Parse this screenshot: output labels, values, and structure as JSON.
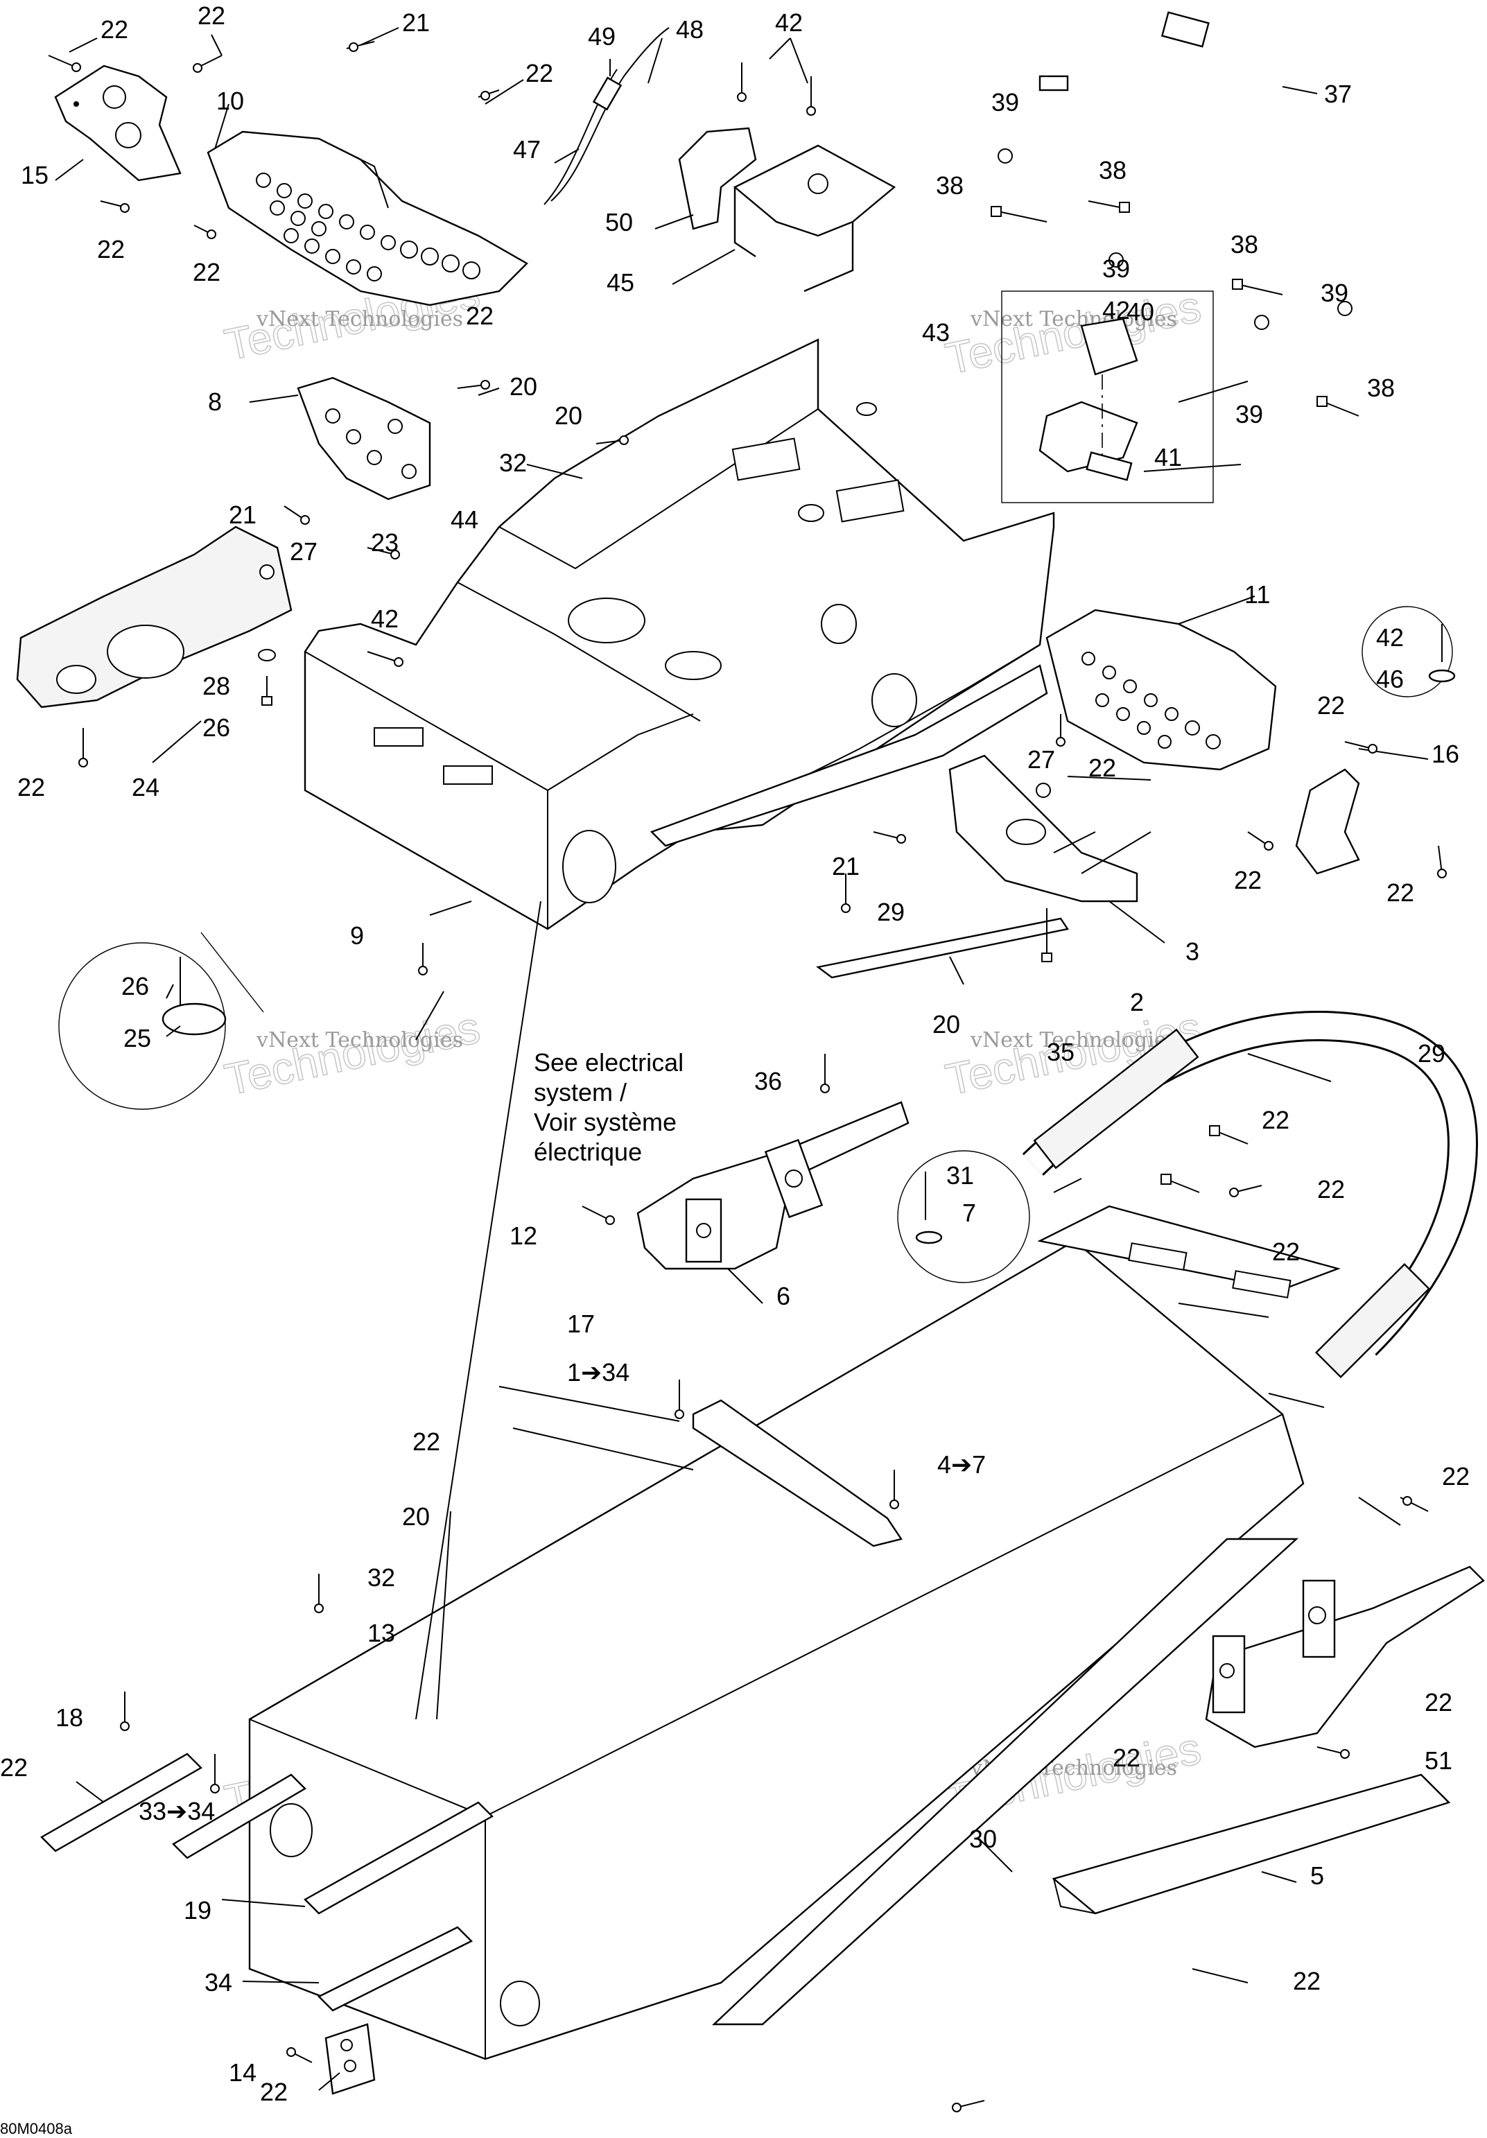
{
  "figure_code": "80M0408a",
  "watermark": {
    "small": "vNext Technologies",
    "large": "Technologies"
  },
  "note": {
    "line1": "See electrical",
    "line2": "system /",
    "line3": "Voir système",
    "line4": "électrique"
  },
  "labels": [
    {
      "id": "l01",
      "text": "22"
    },
    {
      "id": "l02",
      "text": "22"
    },
    {
      "id": "l03",
      "text": "21"
    },
    {
      "id": "l04",
      "text": "49"
    },
    {
      "id": "l05",
      "text": "48"
    },
    {
      "id": "l06",
      "text": "42"
    },
    {
      "id": "l07",
      "text": "37"
    },
    {
      "id": "l08",
      "text": "10"
    },
    {
      "id": "l09",
      "text": "22"
    },
    {
      "id": "l10",
      "text": "47"
    },
    {
      "id": "l11",
      "text": "15"
    },
    {
      "id": "l12",
      "text": "39"
    },
    {
      "id": "l13",
      "text": "38"
    },
    {
      "id": "l14",
      "text": "38"
    },
    {
      "id": "l15",
      "text": "22"
    },
    {
      "id": "l16",
      "text": "22"
    },
    {
      "id": "l17",
      "text": "50"
    },
    {
      "id": "l18",
      "text": "45"
    },
    {
      "id": "l19",
      "text": "39"
    },
    {
      "id": "l20",
      "text": "38"
    },
    {
      "id": "l21",
      "text": "39"
    },
    {
      "id": "l22",
      "text": "22"
    },
    {
      "id": "l23",
      "text": "42"
    },
    {
      "id": "l24",
      "text": "40"
    },
    {
      "id": "l25",
      "text": "43"
    },
    {
      "id": "l26",
      "text": "39"
    },
    {
      "id": "l27",
      "text": "38"
    },
    {
      "id": "l28",
      "text": "20"
    },
    {
      "id": "l29",
      "text": "8"
    },
    {
      "id": "l30",
      "text": "20"
    },
    {
      "id": "l31",
      "text": "41"
    },
    {
      "id": "l32",
      "text": "32"
    },
    {
      "id": "l33",
      "text": "21"
    },
    {
      "id": "l34",
      "text": "44"
    },
    {
      "id": "l35",
      "text": "23"
    },
    {
      "id": "l36",
      "text": "27"
    },
    {
      "id": "l37",
      "text": "11"
    },
    {
      "id": "l38",
      "text": "42"
    },
    {
      "id": "l39",
      "text": "42"
    },
    {
      "id": "l40",
      "text": "46"
    },
    {
      "id": "l41",
      "text": "28"
    },
    {
      "id": "l42",
      "text": "26"
    },
    {
      "id": "l43",
      "text": "22"
    },
    {
      "id": "l44",
      "text": "16"
    },
    {
      "id": "l45",
      "text": "27"
    },
    {
      "id": "l46",
      "text": "22"
    },
    {
      "id": "l47",
      "text": "22"
    },
    {
      "id": "l48",
      "text": "24"
    },
    {
      "id": "l49",
      "text": "21"
    },
    {
      "id": "l50",
      "text": "22"
    },
    {
      "id": "l51",
      "text": "22"
    },
    {
      "id": "l52",
      "text": "29"
    },
    {
      "id": "l53",
      "text": "9"
    },
    {
      "id": "l54",
      "text": "3"
    },
    {
      "id": "l55",
      "text": "26"
    },
    {
      "id": "l56",
      "text": "2"
    },
    {
      "id": "l57",
      "text": "25"
    },
    {
      "id": "l58",
      "text": "20"
    },
    {
      "id": "l59",
      "text": "35"
    },
    {
      "id": "l60",
      "text": "29"
    },
    {
      "id": "l61",
      "text": "36"
    },
    {
      "id": "l62",
      "text": "22"
    },
    {
      "id": "l63",
      "text": "31"
    },
    {
      "id": "l64",
      "text": "7"
    },
    {
      "id": "l65",
      "text": "22"
    },
    {
      "id": "l66",
      "text": "12"
    },
    {
      "id": "l67",
      "text": "6"
    },
    {
      "id": "l68",
      "text": "22"
    },
    {
      "id": "l69",
      "text": "17"
    },
    {
      "id": "l70",
      "text": "1➔34"
    },
    {
      "id": "l71",
      "text": "22"
    },
    {
      "id": "l72",
      "text": "4➔7"
    },
    {
      "id": "l73",
      "text": "20"
    },
    {
      "id": "l74",
      "text": "22"
    },
    {
      "id": "l75",
      "text": "32"
    },
    {
      "id": "l76",
      "text": "13"
    },
    {
      "id": "l77",
      "text": "22"
    },
    {
      "id": "l78",
      "text": "18"
    },
    {
      "id": "l79",
      "text": "22"
    },
    {
      "id": "l80",
      "text": "51"
    },
    {
      "id": "l81",
      "text": "22"
    },
    {
      "id": "l82",
      "text": "33➔34"
    },
    {
      "id": "l83",
      "text": "5"
    },
    {
      "id": "l84",
      "text": "30"
    },
    {
      "id": "l85",
      "text": "19"
    },
    {
      "id": "l86",
      "text": "34"
    },
    {
      "id": "l87",
      "text": "22"
    },
    {
      "id": "l88",
      "text": "14"
    },
    {
      "id": "l89",
      "text": "22"
    }
  ]
}
